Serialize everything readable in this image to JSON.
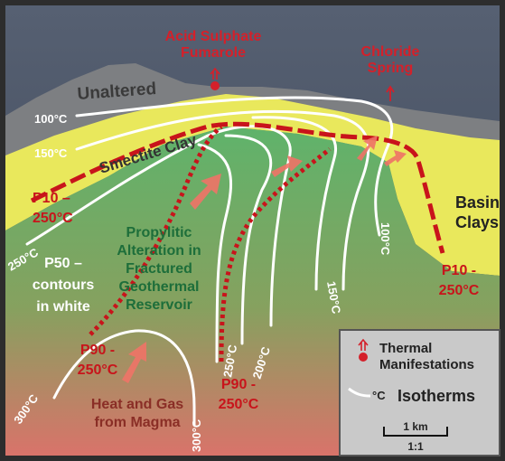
{
  "colors": {
    "sky": "#4a5566",
    "unaltered": "#7d7f82",
    "smectite": "#e9e85c",
    "reservoir_top": "#5fb36b",
    "reservoir_bottom": "#d9736a",
    "isotherm": "#ffffff",
    "p10_red": "#c8141b",
    "label_red": "#d4202a",
    "reservoir_text": "#1d6e3a"
  },
  "labels": {
    "fumarole": "Acid Sulphate\nFumarole",
    "chloride": "Chloride\nSpring",
    "unaltered": "Unaltered",
    "smectite": "Smectite Clay",
    "basin": "Basin\nClays",
    "reservoir": "Propylitic\nAlteration in\nFractured\nGeothermal\nReservoir",
    "heat": "Heat and Gas\nfrom Magma"
  },
  "isotherm_labels": {
    "t100_left": "100°C",
    "t150_left": "150°C",
    "t250_left": "250°C",
    "t300_left": "300°C",
    "t300_right": "300°C",
    "t250_mid": "250°C",
    "t200_mid": "200°C",
    "t150_mid": "150°C",
    "t100_right": "100°C"
  },
  "annotations": {
    "p10_left": "P10 –\n250°C",
    "p50": "P50 –\ncontours\nin white",
    "p90_left": "P90 -\n250°C",
    "p90_mid": "P90 -\n250°C",
    "p10_right": "P10 -\n250°C"
  },
  "legend": {
    "thermal": "Thermal\nManifestations",
    "isotherm_symbol": "°C",
    "isotherms": "Isotherms",
    "scale": "1 km",
    "ratio": "1:1"
  }
}
